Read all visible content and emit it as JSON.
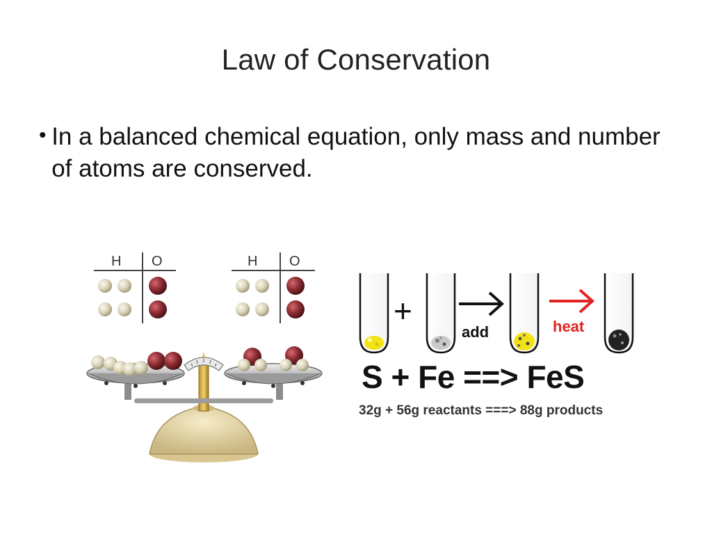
{
  "slide": {
    "title": "Law of Conservation",
    "bullets": [
      "In a balanced chemical equation, only mass and number of atoms are conserved."
    ]
  },
  "illustration": {
    "left_table": {
      "col1": "H",
      "col2": "O"
    },
    "right_table": {
      "col1": "H",
      "col2": "O"
    },
    "colors": {
      "hydrogen": "#e0dcc6",
      "oxygen": "#8e2d33"
    }
  },
  "reaction": {
    "plus": "+",
    "add_label": "add",
    "heat_label": "heat",
    "equation": "S + Fe ==> FeS",
    "mass_line": "32g + 56g reactants ===> 88g products",
    "colors": {
      "sulfur": "#f2e316",
      "iron": "#a9a9a9",
      "product": "#222222",
      "heat_arrow": "#e32222"
    }
  }
}
